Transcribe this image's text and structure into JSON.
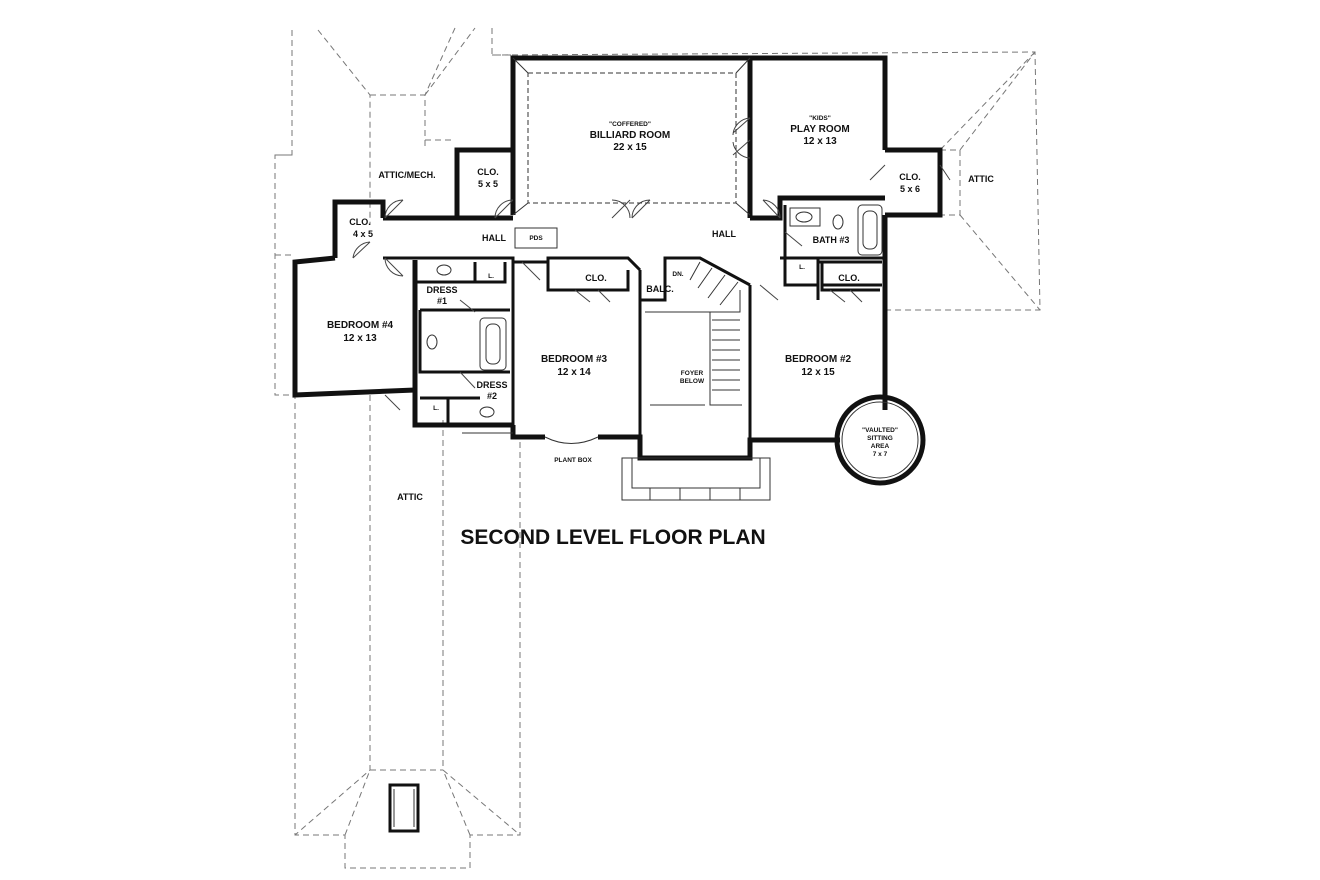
{
  "title": "SECOND LEVEL FLOOR PLAN",
  "rooms": {
    "billiard": {
      "note": "\"COFFERED\"",
      "name": "BILLIARD ROOM",
      "size": "22 x 15"
    },
    "playroom": {
      "note": "\"KIDS\"",
      "name": "PLAY ROOM",
      "size": "12 x 13"
    },
    "bedroom4": {
      "name": "BEDROOM #4",
      "size": "12 x 13"
    },
    "bedroom3": {
      "name": "BEDROOM #3",
      "size": "12 x 14"
    },
    "bedroom2": {
      "name": "BEDROOM #2",
      "size": "12 x 15"
    },
    "sitting": {
      "line1": "\"VAULTED\"",
      "line2": "SITTING",
      "line3": "AREA",
      "line4": "7 x 7"
    },
    "bath3": {
      "name": "BATH #3"
    },
    "dress1": {
      "line1": "DRESS",
      "line2": "#1"
    },
    "dress2": {
      "line1": "DRESS",
      "line2": "#2"
    },
    "foyer": {
      "line1": "FOYER",
      "line2": "BELOW"
    }
  },
  "labels": {
    "attic_mech": "ATTIC/MECH.",
    "attic_right": "ATTIC",
    "attic_bottom": "ATTIC",
    "hall_left": "HALL",
    "hall_right": "HALL",
    "pds": "PDS",
    "balc": "BALC.",
    "dn": "DN.",
    "plant_box": "PLANT BOX",
    "clo_5x5": "CLO.",
    "clo_5x5_size": "5 x 5",
    "clo_4x5": "CLO.",
    "clo_4x5_size": "4 x 5",
    "clo_5x6": "CLO.",
    "clo_5x6_size": "5 x 6",
    "clo_b3": "CLO.",
    "clo_b2": "CLO.",
    "linen": "L."
  }
}
